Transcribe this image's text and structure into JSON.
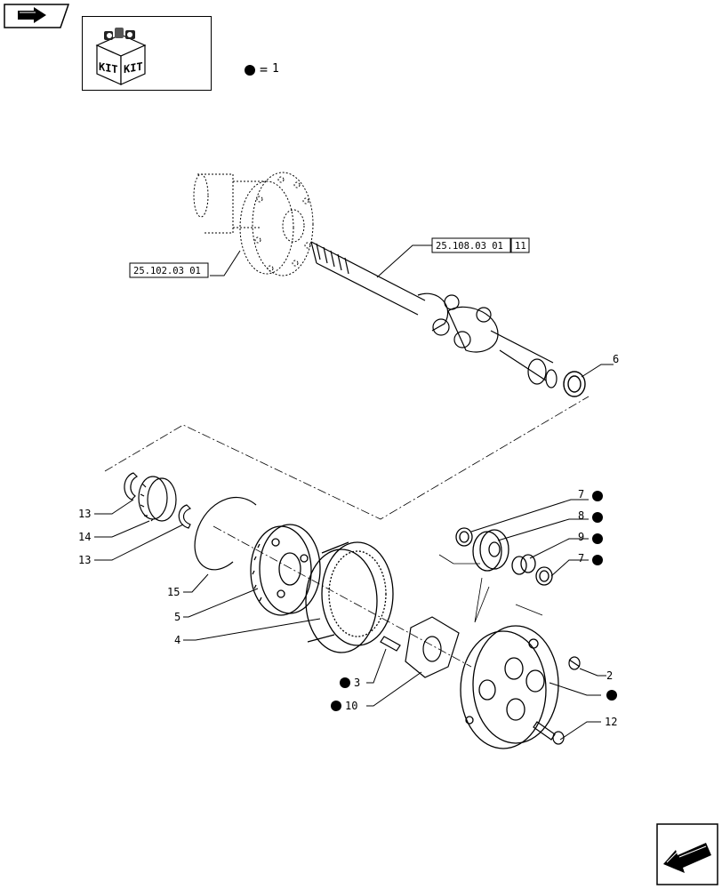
{
  "kit": {
    "badge_1": "KIT",
    "badge_2": "KIT",
    "legend_equals": "=",
    "legend_qty": "1"
  },
  "references": {
    "ref_left": "25.102.03 01",
    "ref_right": "25.108.03 01",
    "ref_right_suffix": "11"
  },
  "callouts": {
    "c6": "6",
    "c7a": "7",
    "c8": "8",
    "c9": "9",
    "c7b": "7",
    "c13a": "13",
    "c14": "14",
    "c13b": "13",
    "c15": "15",
    "c5": "5",
    "c4": "4",
    "c3": "3",
    "c10": "10",
    "c2": "2",
    "c12": "12"
  },
  "icons": {
    "nav_previous": "arrow-right-icon",
    "nav_next": "arrow-left-down-icon",
    "kit_marker": "filled-circle-icon"
  }
}
